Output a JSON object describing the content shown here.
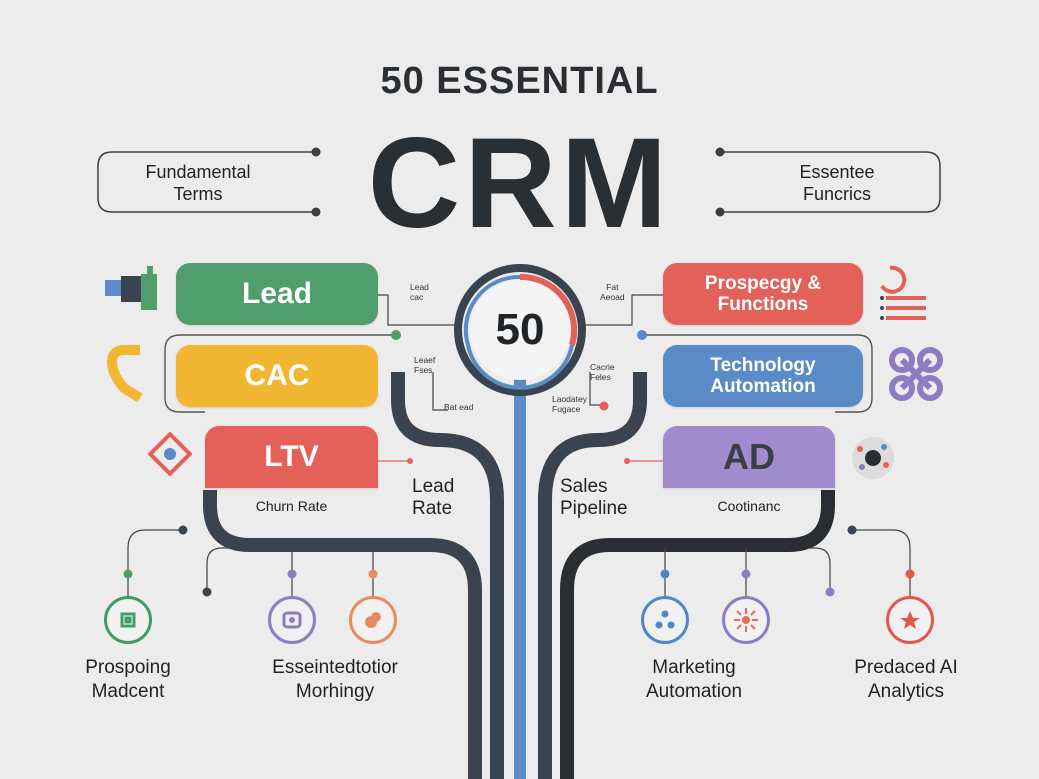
{
  "header": {
    "subtitle": "50 ESSENTIAL",
    "title": "CRM"
  },
  "frames": {
    "left": {
      "line1": "Fundamental",
      "line2": "Terms"
    },
    "right": {
      "line1": "Essentee",
      "line2": "Funcrics"
    }
  },
  "center": {
    "value": "50"
  },
  "left_pills": [
    {
      "label": "Lead",
      "color": "#4f9e6c"
    },
    {
      "label": "CAC",
      "color": "#f1b733"
    },
    {
      "label": "LTV",
      "color": "#e4615a",
      "caption": "Churn Rate"
    }
  ],
  "right_pills": [
    {
      "label": "Prospecgy & Functions",
      "line1": "Prospecgy &",
      "line2": "Functions",
      "color": "#e4615a"
    },
    {
      "label": "Technology Automation",
      "line1": "Technology",
      "line2": "Automation",
      "color": "#5a8bc6"
    },
    {
      "label": "AD",
      "color": "#a08bcd",
      "caption": "Cootinanc"
    }
  ],
  "tiny_notes": {
    "lead_note_1": "Lead",
    "lead_note_2": "cac",
    "cac_note_1": "Leaef",
    "cac_note_2": "Fses",
    "cac_note_3": "Bat ead",
    "prosp_note_1": "Fat",
    "prosp_note_2": "Aeoad",
    "tech_note_1": "Cacrie",
    "tech_note_2": "Feles",
    "tech_note_3": "Laodatey",
    "tech_note_4": "Fugace"
  },
  "mid_labels": {
    "left": {
      "line1": "Lead",
      "line2": "Rate"
    },
    "right": {
      "line1": "Sales",
      "line2": "Pipeline"
    }
  },
  "bottom_items": [
    {
      "line1": "Prospoing",
      "line2": "Madcent",
      "color": "#3f9c6a",
      "icon": "shield-icon"
    },
    {
      "line1": "Esseintedtotior",
      "line2": "Morhingy",
      "color": "#8e7cc3",
      "icon": "badge-icon"
    },
    {
      "line1": "",
      "line2": "",
      "color": "#e98b60",
      "icon": "tag-icon"
    },
    {
      "line1": "Marketing",
      "line2": "Automation",
      "color": "#4f86c6",
      "icon": "network-icon"
    },
    {
      "line1": "",
      "line2": "",
      "color": "#e46b57",
      "icon": "sun-icon"
    },
    {
      "line1": "Predaced AI",
      "line2": "Analytics",
      "color": "#e0574d",
      "icon": "star-icon"
    }
  ],
  "bottom_label_groups": [
    {
      "line1": "Prospoing",
      "line2": "Madcent"
    },
    {
      "line1": "Esseintedtotior",
      "line2": "Morhingy"
    },
    {
      "line1": "Marketing",
      "line2": "Automation"
    },
    {
      "line1": "Predaced AI",
      "line2": "Analytics"
    }
  ],
  "colors": {
    "background": "#ececec",
    "line_dark": "#3a4350",
    "line_blue": "#5a8bc6",
    "ring_red": "#e4615a"
  }
}
